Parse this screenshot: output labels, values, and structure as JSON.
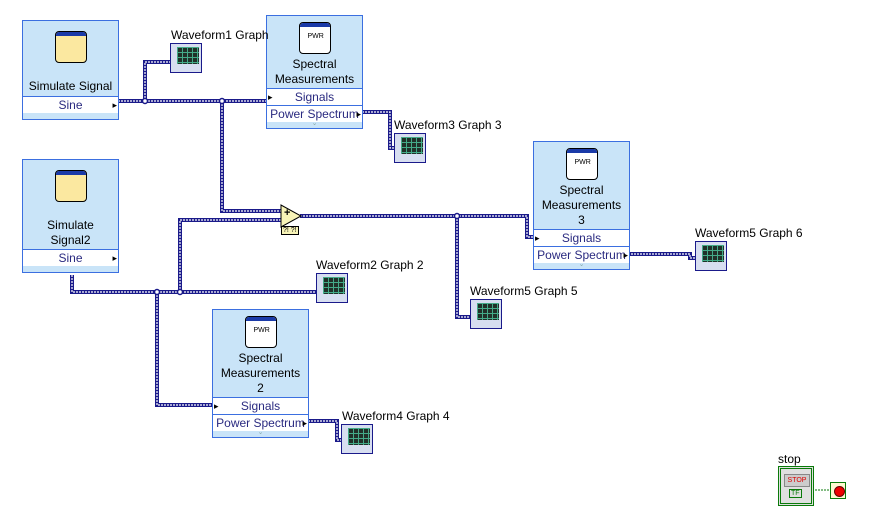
{
  "nodes": {
    "sim1": {
      "title": "Simulate Signal",
      "output": "Sine"
    },
    "sim2": {
      "title_l1": "Simulate",
      "title_l2": "Signal2",
      "output": "Sine"
    },
    "sm1": {
      "title_l1": "Spectral",
      "title_l2": "Measurements",
      "input": "Signals",
      "output": "Power Spectrum",
      "icon_text": "PWR"
    },
    "sm2": {
      "title_l1": "Spectral",
      "title_l2": "Measurements",
      "title_l3": "2",
      "input": "Signals",
      "output": "Power Spectrum",
      "icon_text": "PWR"
    },
    "sm3": {
      "title_l1": "Spectral",
      "title_l2": "Measurements",
      "title_l3": "3",
      "input": "Signals",
      "output": "Power Spectrum",
      "icon_text": "PWR"
    },
    "add": {
      "symbol": "+",
      "terminals": "?! ?!"
    }
  },
  "graphs": {
    "g1": "Waveform1 Graph",
    "g2": "Waveform2 Graph 2",
    "g3": "Waveform3 Graph 3",
    "g4": "Waveform4 Graph 4",
    "g5": "Waveform5 Graph 5",
    "g6": "Waveform5 Graph 6"
  },
  "stop": {
    "label": "stop",
    "button_text": "STOP",
    "tf": "TF"
  },
  "colors": {
    "wire": "#1a1a8a",
    "node_bg": "#c9e4f8",
    "node_border": "#3b6fe0",
    "bool_wire": "#0a7a0a"
  }
}
